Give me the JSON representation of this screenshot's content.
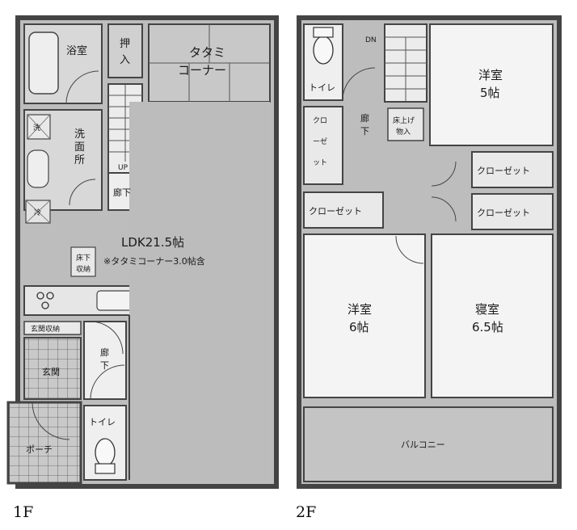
{
  "floor1": {
    "label": "1F",
    "rooms": {
      "bath": "浴室",
      "oshiire_1": "押",
      "oshiire_2": "入",
      "tatami_1": "タタミ",
      "tatami_2": "コーナー",
      "washroom_1": "洗",
      "washroom_2": "面",
      "washroom_3": "所",
      "wash_machine": "洗",
      "fridge": "冷",
      "stairs_up": "UP",
      "hall_1": "廊下",
      "ldk": "LDK21.5帖",
      "ldk_note": "※タタミコーナー3.0帖含",
      "underfloor_1": "床下",
      "underfloor_2": "収納",
      "shoe_storage": "玄関収納",
      "entrance": "玄関",
      "hall_2a": "廊",
      "hall_2b": "下",
      "toilet": "トイレ",
      "porch": "ポーチ"
    }
  },
  "floor2": {
    "label": "2F",
    "rooms": {
      "dn": "DN",
      "toilet": "トイレ",
      "closet_v1": "クロ",
      "closet_v2": "ーゼ",
      "closet_v3": "ット",
      "hall_a": "廊",
      "hall_b": "下",
      "raised_1": "床上げ",
      "raised_2": "物入",
      "western_5_name": "洋室",
      "western_5_size": "5帖",
      "closet_r1": "クローゼット",
      "closet_r2": "クローゼット",
      "closet_l": "クローゼット",
      "western_6_name": "洋室",
      "western_6_size": "6帖",
      "bedroom_name": "寝室",
      "bedroom_size": "6.5帖",
      "balcony": "バルコニー"
    }
  },
  "colors": {
    "wall": "#4a4a4a",
    "room_fill": "#bfbfbf",
    "white_room": "#f4f4f4",
    "line": "#333333"
  }
}
